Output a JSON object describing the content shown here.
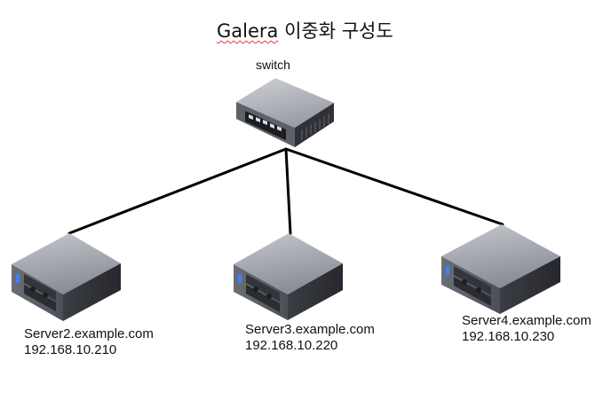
{
  "diagram": {
    "title_brand": "Galera",
    "title_rest": "이중화 구성도",
    "switch_label": "switch",
    "colors": {
      "link": "#000000",
      "device_top": "#9ea1ab",
      "device_left": "#5b5e67",
      "device_right": "#2f3137",
      "title_squiggle": "#e23b3b",
      "status_led": "#3b82f6"
    },
    "switch_icon": "network-switch-icon",
    "server_icon": "rack-server-icon",
    "servers": [
      {
        "hostname": "Server2.example.com",
        "ip": "192.168.10.210"
      },
      {
        "hostname": "Server3.example.com",
        "ip": "192.168.10.220"
      },
      {
        "hostname": "Server4.example.com",
        "ip": "192.168.10.230"
      }
    ]
  }
}
